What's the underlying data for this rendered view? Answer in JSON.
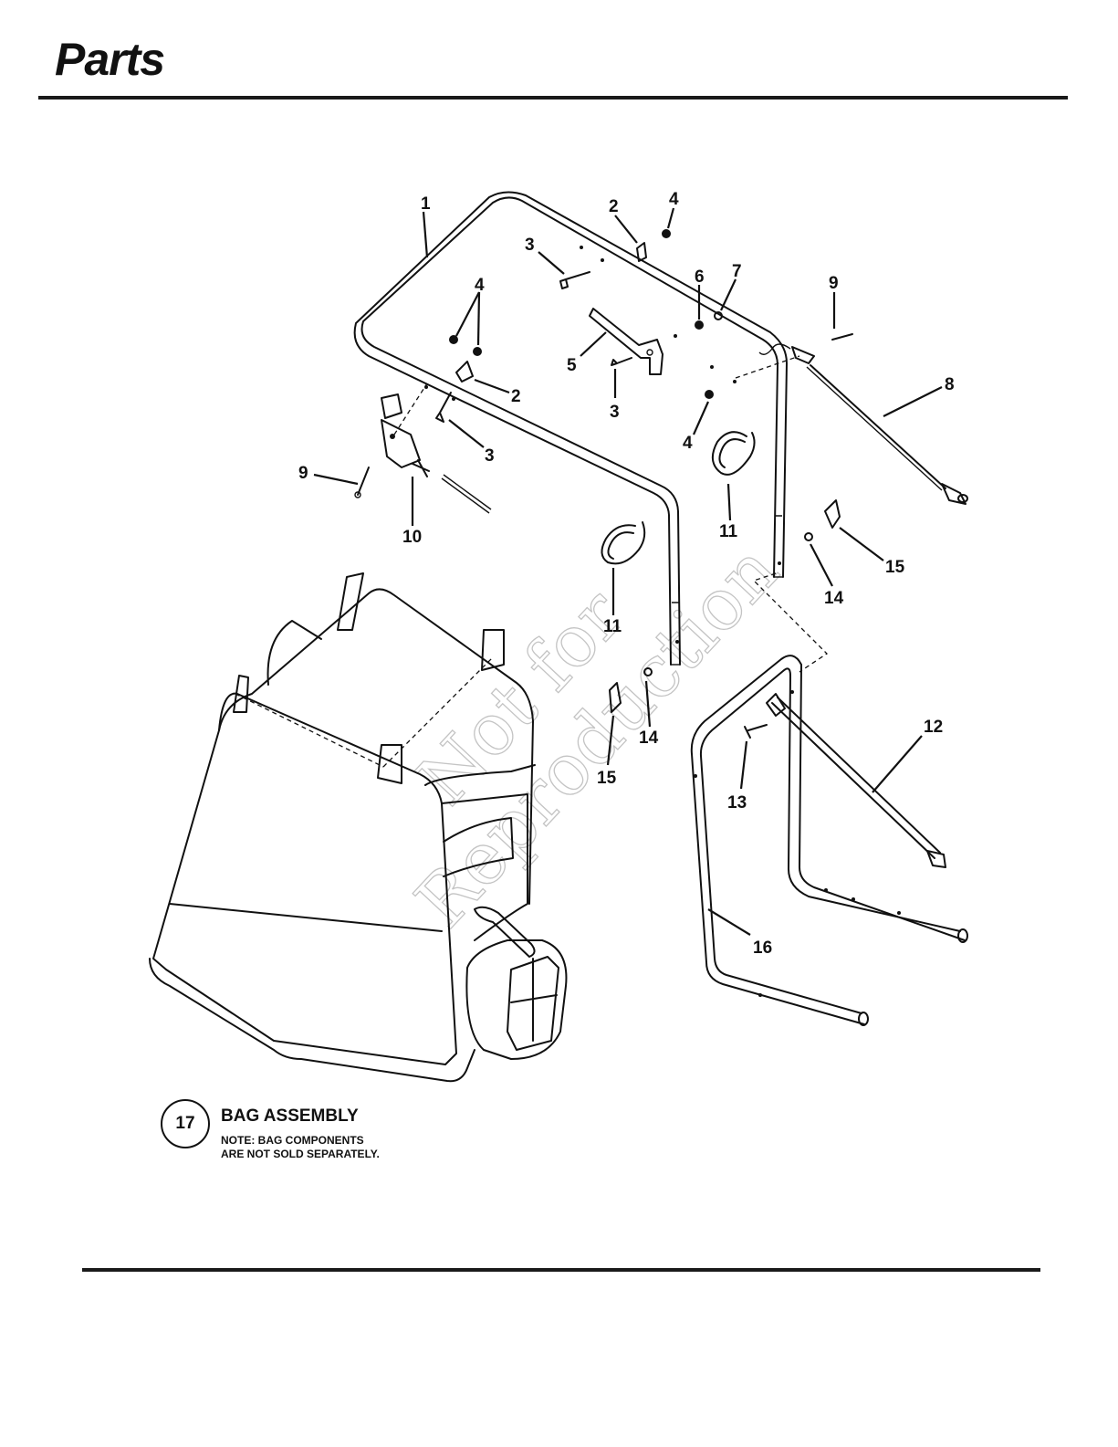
{
  "page": {
    "title": "Parts"
  },
  "watermark": {
    "line1": "Not for",
    "line2": "Reproduction"
  },
  "callouts": {
    "c1": "1",
    "c2a": "2",
    "c2b": "2",
    "c3a": "3",
    "c3b": "3",
    "c3c": "3",
    "c4a": "4",
    "c4b": "4",
    "c4c": "4",
    "c5": "5",
    "c6": "6",
    "c7": "7",
    "c8": "8",
    "c9a": "9",
    "c9b": "9",
    "c10": "10",
    "c11a": "11",
    "c11b": "11",
    "c12": "12",
    "c13": "13",
    "c14a": "14",
    "c14b": "14",
    "c15a": "15",
    "c15b": "15",
    "c16": "16"
  },
  "bag_assembly": {
    "number": "17",
    "title": "BAG ASSEMBLY",
    "note_line1": "NOTE: BAG COMPONENTS",
    "note_line2": "ARE NOT SOLD SEPARATELY."
  }
}
